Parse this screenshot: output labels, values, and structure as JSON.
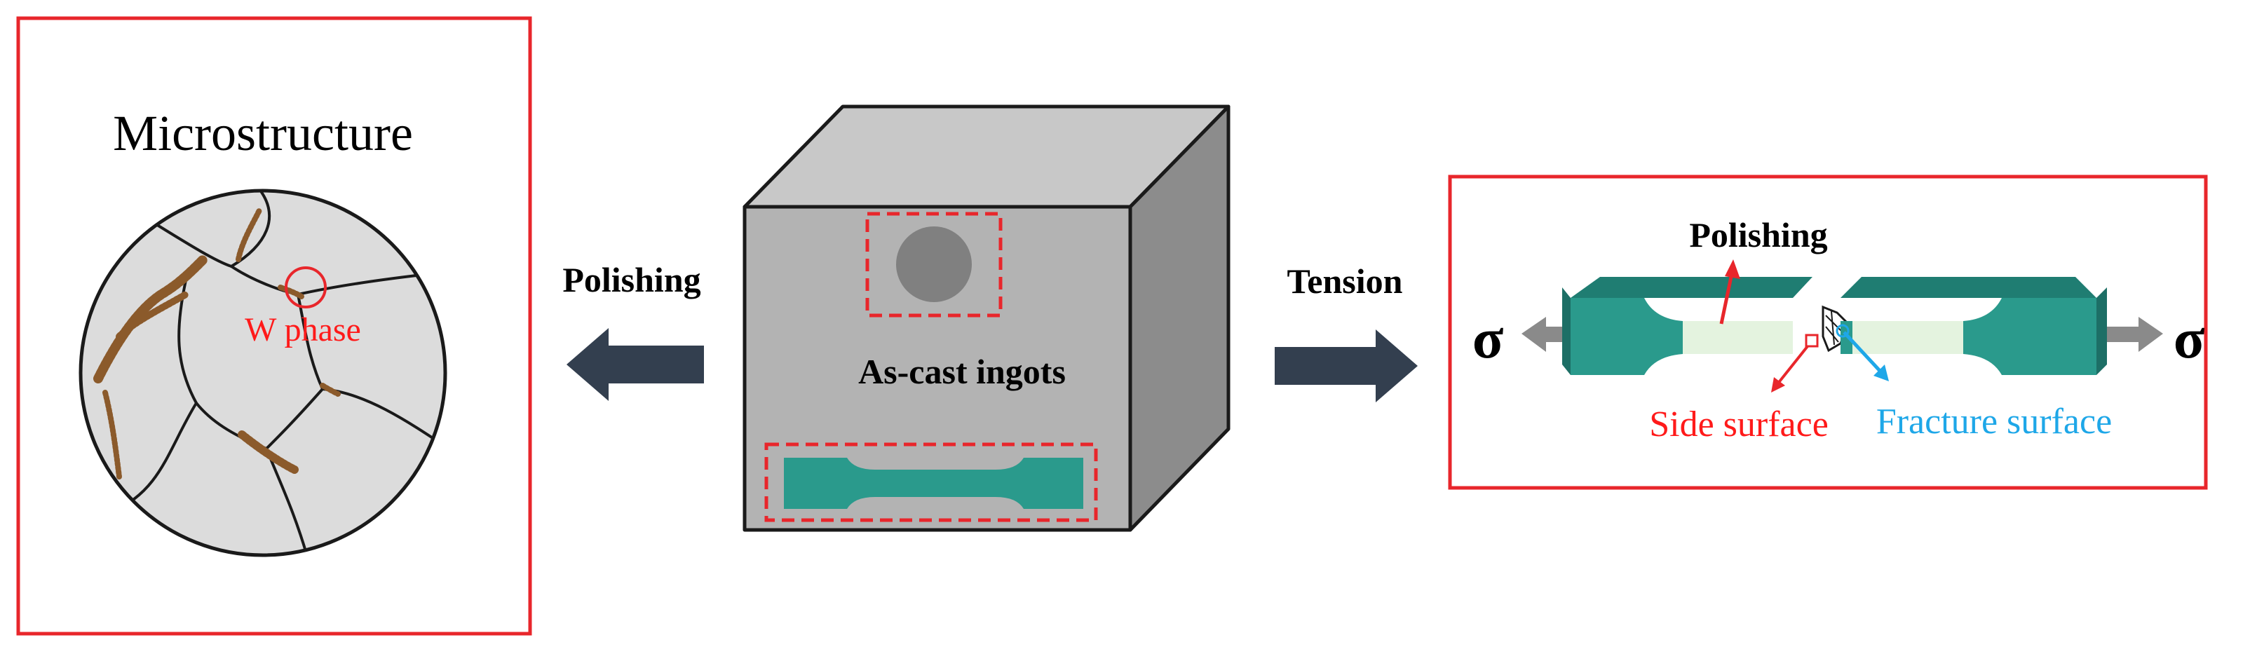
{
  "left_panel": {
    "title": "Microstructure",
    "annotation": "W phase"
  },
  "center": {
    "cube_label": "As-cast ingots"
  },
  "arrows": {
    "left_label": "Polishing",
    "right_label": "Tension"
  },
  "right_panel": {
    "polishing_label": "Polishing",
    "side_surface_label": "Side surface",
    "fracture_surface_label": "Fracture surface",
    "stress_symbol_left": "σ",
    "stress_symbol_right": "σ"
  },
  "colors": {
    "frame_red": "#e8262b",
    "teal": "#2a9a8c",
    "teal_dark": "#1d6f66",
    "teal_top": "#1f7d72",
    "gauge_light": "#e4f3df",
    "grain_gray": "#dcdcdc",
    "w_phase_brown": "#8b5a2b",
    "cube_front": "#b3b3b3",
    "cube_top": "#c8c8c8",
    "cube_side": "#8c8c8c",
    "arrow_navy": "#333f4f",
    "stress_arrow_gray": "#8a8a8a",
    "label_red": "#ff1a1a",
    "label_blue": "#1ea7e8"
  }
}
